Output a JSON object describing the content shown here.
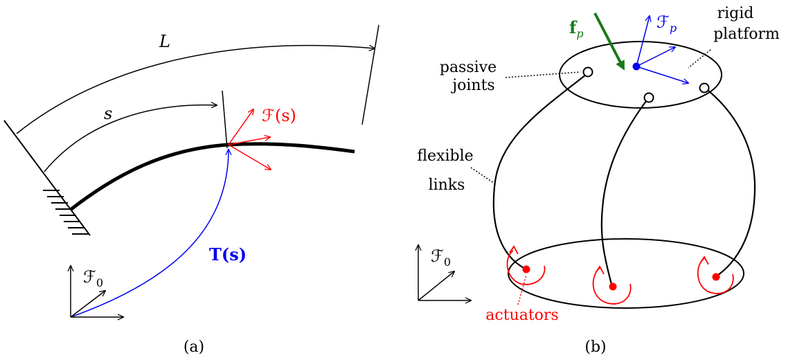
{
  "panel_a": {
    "caption": "(a)",
    "label_L": "L",
    "label_s": "s",
    "frame_local": "ℱ(s)",
    "transform": "T(s)",
    "frame_base": "ℱ",
    "frame_base_sub": "0"
  },
  "panel_b": {
    "caption": "(b)",
    "force": "f",
    "force_sub": "p",
    "platform_frame": "ℱ",
    "platform_frame_sub": "p",
    "rigid_line1": "rigid",
    "rigid_line2": "platform",
    "passive_line1": "passive",
    "passive_line2": "joints",
    "flexible_line1": "flexible",
    "flexible_line2": "links",
    "actuators": "actuators",
    "frame_base": "ℱ",
    "frame_base_sub": "0"
  },
  "colors": {
    "ink": "#000000",
    "red": "#ff0000",
    "blue": "#0000ee",
    "green": "#1a7a1a"
  }
}
